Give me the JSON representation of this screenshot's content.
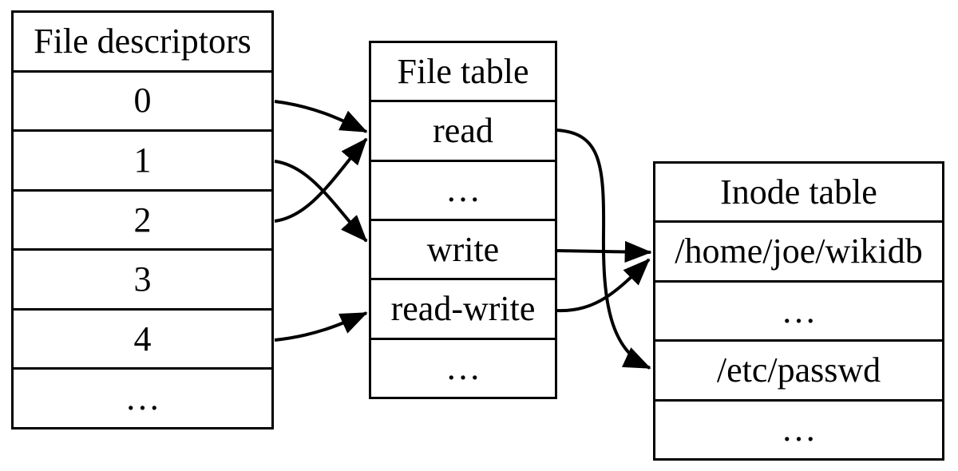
{
  "colors": {
    "background": "#ffffff",
    "line": "#000000",
    "text": "#000000"
  },
  "tables": {
    "file_descriptors": {
      "title": "File descriptors",
      "rows": [
        "0",
        "1",
        "2",
        "3",
        "4",
        "…"
      ]
    },
    "file_table": {
      "title": "File table",
      "rows": [
        "read",
        "…",
        "write",
        "read-write",
        "…"
      ]
    },
    "inode_table": {
      "title": "Inode table",
      "rows": [
        "/home/joe/wikidb",
        "…",
        "/etc/passwd",
        "…"
      ]
    }
  },
  "connections": [
    {
      "from": "file-descriptor-0",
      "to": "file-table-read"
    },
    {
      "from": "file-descriptor-1",
      "to": "file-table-write"
    },
    {
      "from": "file-descriptor-2",
      "to": "file-table-read"
    },
    {
      "from": "file-descriptor-4",
      "to": "file-table-read-write"
    },
    {
      "from": "file-table-read",
      "to": "inode-table-/etc/passwd"
    },
    {
      "from": "file-table-write",
      "to": "inode-table-/home/joe/wikidb"
    },
    {
      "from": "file-table-read-write",
      "to": "inode-table-/home/joe/wikidb"
    }
  ]
}
